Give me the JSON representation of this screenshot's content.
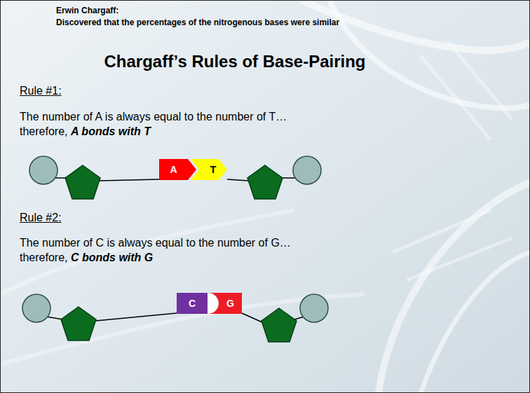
{
  "diagram": {
    "title": "Chargaff’s Rules of Base-Pairing",
    "nodes": [
      {
        "text": [
          "A"
        ]
      },
      {
        "text": [
          "T"
        ]
      },
      {
        "text": [
          "C"
        ]
      },
      {
        "text": [
          "G"
        ]
      }
    ],
    "labels": [
      "Erwin Chargaff:",
      "Discovered that the percentages of the nitrogenous bases were similar",
      "Rule #1:",
      "The number of A is always equal to the number of T… therefore,",
      "A bonds with T",
      "Rule #2:",
      "The number of C is always equal to the number of G… therefore,",
      "C bonds with G"
    ]
  }
}
